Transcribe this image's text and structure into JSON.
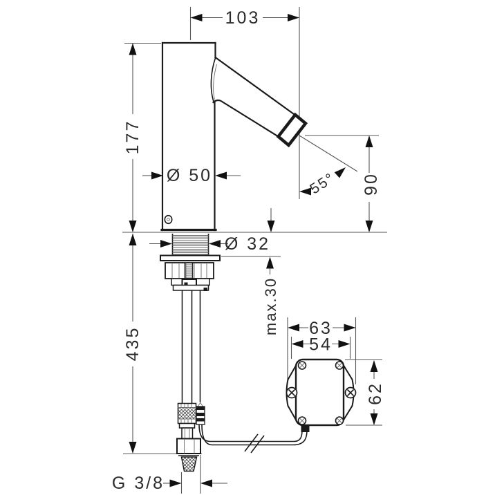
{
  "drawing": {
    "type": "technical-dimension-drawing",
    "subject": "electronic washbasin faucet with under-counter control box",
    "background": "#ffffff",
    "line_color": "#1a1a1a",
    "dims": {
      "spout_reach": "103",
      "body_height": "177",
      "body_diameter": "Ø 50",
      "spout_angle": "55°",
      "outlet_height": "90",
      "shank_diameter": "Ø 32",
      "max_deck_thickness": "max.30",
      "below_deck_length": "435",
      "box_outer_width": "63",
      "box_inner_width": "54",
      "box_height": "62",
      "thread_size": "G 3/8"
    }
  }
}
